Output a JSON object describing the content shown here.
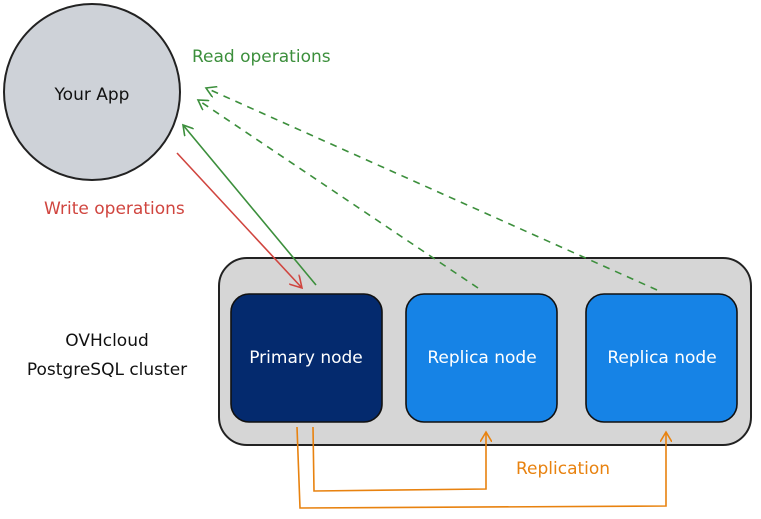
{
  "app": {
    "label": "Your App"
  },
  "cluster": {
    "label_line1": "OVHcloud",
    "label_line2": "PostgreSQL cluster"
  },
  "nodes": [
    {
      "label": "Primary node",
      "role": "primary",
      "color": "#042a6e"
    },
    {
      "label": "Replica node",
      "role": "replica",
      "color": "#1683e6"
    },
    {
      "label": "Replica node",
      "role": "replica",
      "color": "#1683e6"
    }
  ],
  "edges": {
    "read_label": "Read operations",
    "write_label": "Write operations",
    "replication_label": "Replication"
  },
  "colors": {
    "read": "#3c8f3c",
    "write": "#d0453f",
    "replication": "#e8820f",
    "app_fill": "#ced2d8",
    "cluster_fill": "#d6d6d6",
    "stroke": "#222222"
  }
}
